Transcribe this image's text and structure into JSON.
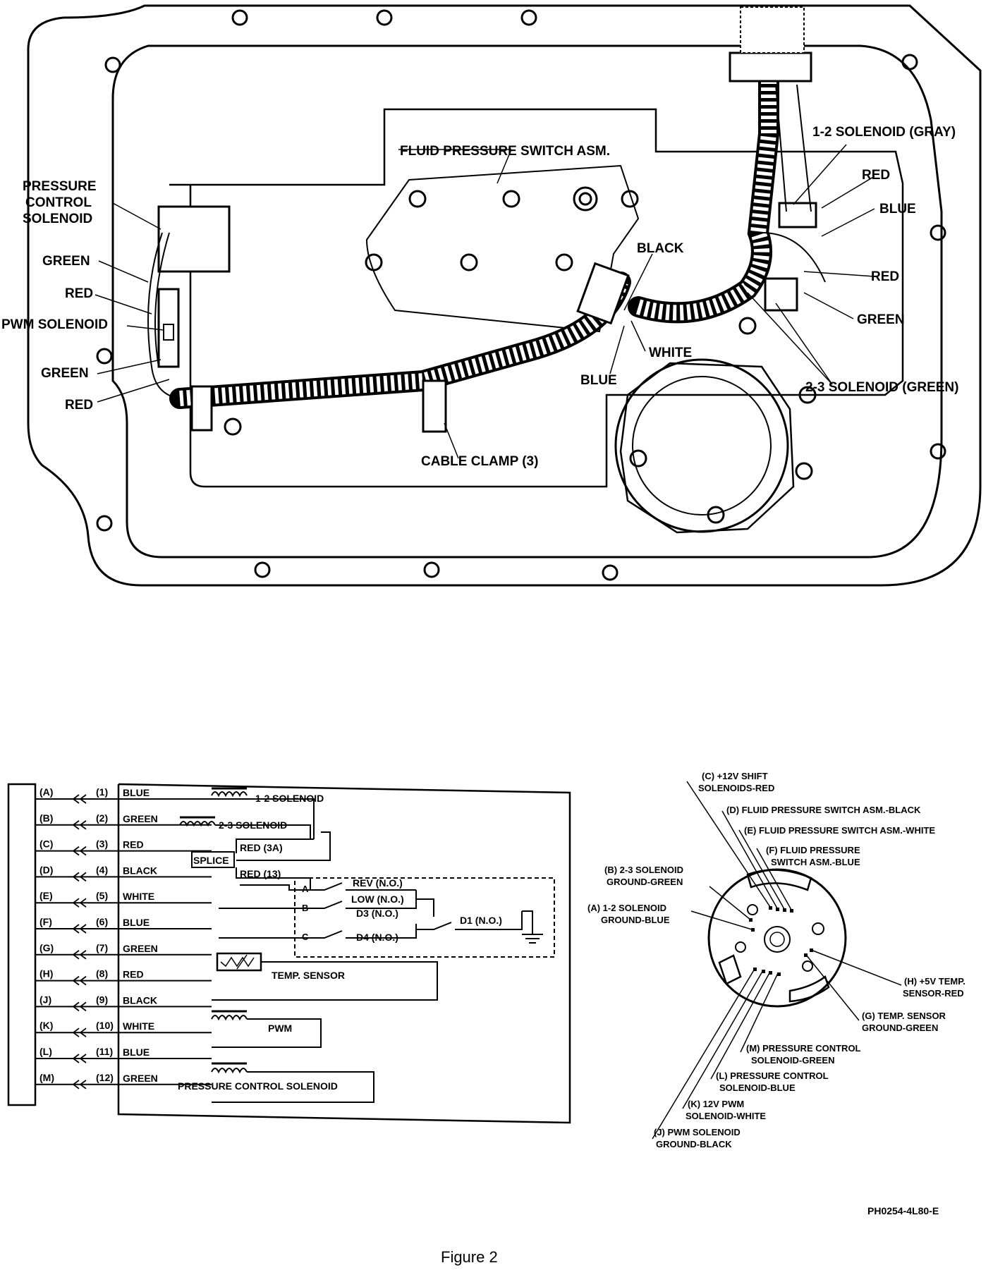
{
  "figure": {
    "caption": "Figure 2",
    "code": "PH0254-4L80-E"
  },
  "top_diagram": {
    "labels": {
      "fluid_pressure_switch": "FLUID PRESSURE SWITCH ASM.",
      "pcs_line1": "PRESSURE",
      "pcs_line2": "CONTROL",
      "pcs_line3": "SOLENOID",
      "green_1": "GREEN",
      "red_1": "RED",
      "pwm_solenoid": "PWM SOLENOID",
      "green_2": "GREEN",
      "red_2": "RED",
      "solenoid_12": "1-2 SOLENOID (GRAY)",
      "red_3": "RED",
      "blue_1": "BLUE",
      "black": "BLACK",
      "red_4": "RED",
      "green_3": "GREEN",
      "white": "WHITE",
      "blue_2": "BLUE",
      "solenoid_23": "2-3 SOLENOID (GREEN)",
      "cable_clamp": "CABLE CLAMP (3)"
    }
  },
  "schematic": {
    "rows": [
      {
        "pin": "(A)",
        "num": "(1)",
        "wire": "BLUE"
      },
      {
        "pin": "(B)",
        "num": "(2)",
        "wire": "GREEN"
      },
      {
        "pin": "(C)",
        "num": "(3)",
        "wire": "RED"
      },
      {
        "pin": "(D)",
        "num": "(4)",
        "wire": "BLACK"
      },
      {
        "pin": "(E)",
        "num": "(5)",
        "wire": "WHITE"
      },
      {
        "pin": "(F)",
        "num": "(6)",
        "wire": "BLUE"
      },
      {
        "pin": "(G)",
        "num": "(7)",
        "wire": "GREEN"
      },
      {
        "pin": "(H)",
        "num": "(8)",
        "wire": "RED"
      },
      {
        "pin": "(J)",
        "num": "(9)",
        "wire": "BLACK"
      },
      {
        "pin": "(K)",
        "num": "(10)",
        "wire": "WHITE"
      },
      {
        "pin": "(L)",
        "num": "(11)",
        "wire": "BLUE"
      },
      {
        "pin": "(M)",
        "num": "(12)",
        "wire": "GREEN"
      }
    ],
    "components": {
      "sol12": "1-2 SOLENOID",
      "sol23": "2-3 SOLENOID",
      "splice": "SPLICE",
      "red3a": "RED (3A)",
      "red13": "RED (13)",
      "sw_a": "A",
      "sw_b": "B",
      "sw_c": "C",
      "rev": "REV (N.O.)",
      "low": "LOW (N.O.)",
      "d3": "D3 (N.O.)",
      "d4": "D4 (N.O.)",
      "d1": "D1 (N.O.)",
      "temp": "TEMP. SENSOR",
      "pwm": "PWM",
      "pcs": "PRESSURE CONTROL SOLENOID"
    }
  },
  "connector_view": {
    "labels": {
      "c1": "(C) +12V SHIFT",
      "c2": "SOLENOIDS-RED",
      "d": "(D) FLUID PRESSURE SWITCH ASM.-BLACK",
      "e": "(E) FLUID PRESSURE SWITCH ASM.-WHITE",
      "f1": "(F) FLUID PRESSURE",
      "f2": "SWITCH ASM.-BLUE",
      "b1": "(B) 2-3 SOLENOID",
      "b2": "GROUND-GREEN",
      "a1": "(A) 1-2 SOLENOID",
      "a2": "GROUND-BLUE",
      "h1": "(H) +5V TEMP.",
      "h2": "SENSOR-RED",
      "g1": "(G) TEMP. SENSOR",
      "g2": "GROUND-GREEN",
      "m1": "(M) PRESSURE CONTROL",
      "m2": "SOLENOID-GREEN",
      "l1": "(L) PRESSURE CONTROL",
      "l2": "SOLENOID-BLUE",
      "k1": "(K) 12V PWM",
      "k2": "SOLENOID-WHITE",
      "j1": "(J) PWM SOLENOID",
      "j2": "GROUND-BLACK"
    }
  }
}
